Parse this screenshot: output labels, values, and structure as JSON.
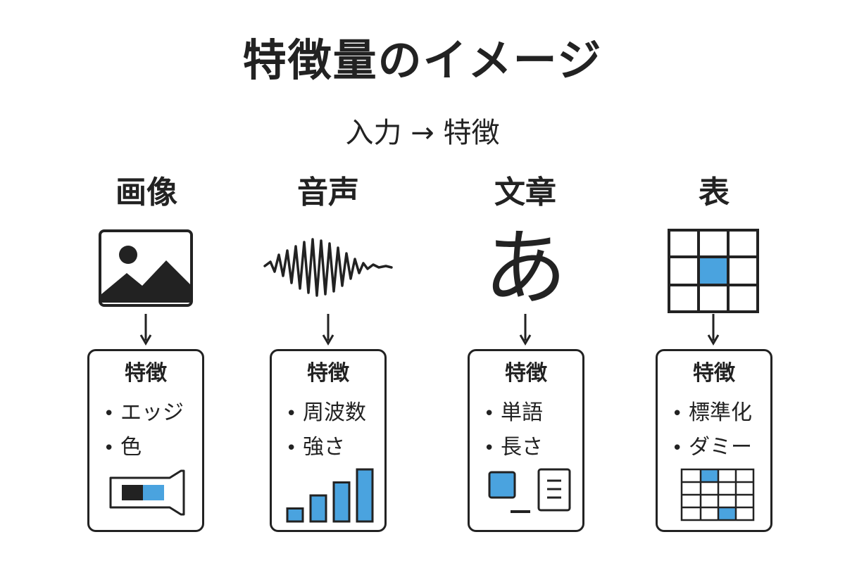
{
  "title": "特徴量のイメージ",
  "subtitle": "入力 → 特徴",
  "colors": {
    "ink": "#222222",
    "accent": "#4aa3df",
    "background": "#ffffff"
  },
  "columns": [
    {
      "label": "画像",
      "input_icon": "image-icon",
      "feature_title": "特徴",
      "features": [
        "エッジ",
        "色"
      ],
      "feature_icon": "color-slider-icon"
    },
    {
      "label": "音声",
      "input_icon": "waveform-icon",
      "feature_title": "特徴",
      "features": [
        "周波数",
        "強さ"
      ],
      "feature_icon": "bar-chart-icon",
      "bar_levels": [
        1,
        2,
        3,
        4
      ]
    },
    {
      "label": "文章",
      "input_icon": "hiragana-a-icon",
      "input_glyph": "あ",
      "feature_title": "特徴",
      "features": [
        "単語",
        "長さ"
      ],
      "feature_icon": "token-and-document-icon"
    },
    {
      "label": "表",
      "input_icon": "table-grid-icon",
      "feature_title": "特徴",
      "features": [
        "標準化",
        "ダミー"
      ],
      "feature_icon": "one-hot-grid-icon"
    }
  ]
}
